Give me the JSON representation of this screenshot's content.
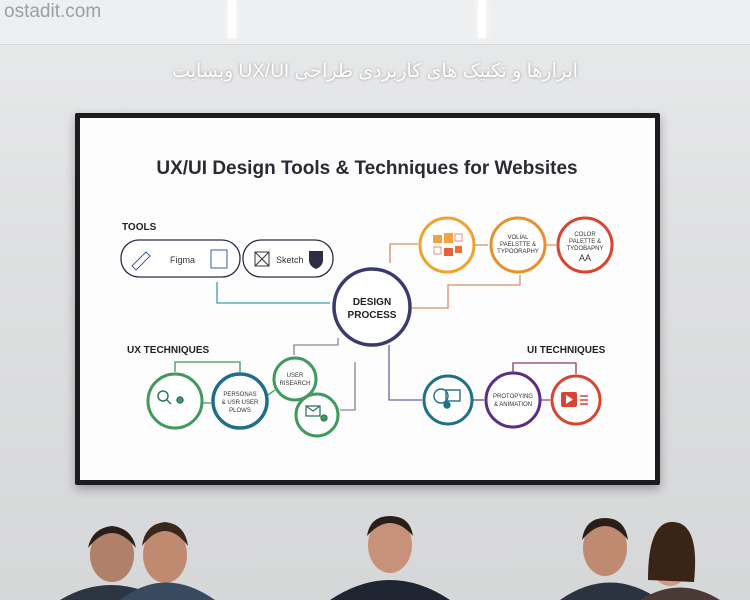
{
  "watermark": "ostadit.com",
  "page_title": "ابزارها و تکنیک های کاربردی طراحی UX/UI وبسایت",
  "diagram": {
    "title": "UX/UI Design Tools & Techniques for Websites",
    "tools_label": "TOOLS",
    "tools": [
      "Figma",
      "Sketch"
    ],
    "center": [
      "DESIGN",
      "PROCESS"
    ],
    "visual": [
      "VOLIAL",
      "PAELSTTE &",
      "TYPOORAPHY"
    ],
    "color": [
      "COLOR",
      "PALETTE &",
      "TYDOBAPNY",
      "AA"
    ],
    "ux_label": "UX TECHNIQUES",
    "personas": [
      "PERSONAS",
      "& USR USER",
      "PLOWS"
    ],
    "research": [
      "USER",
      "RISEARCH"
    ],
    "ui_label": "UI TECHNIQUES",
    "proto": [
      "PROTOPYING",
      "& ANIMATION"
    ]
  },
  "colors": {
    "navy": "#3b3a70",
    "orange": "#f0a22e",
    "orange2": "#e8782a",
    "red": "#d9452f",
    "green": "#3f9a5c",
    "teal": "#1f6e8c",
    "purple": "#5b2d86"
  }
}
